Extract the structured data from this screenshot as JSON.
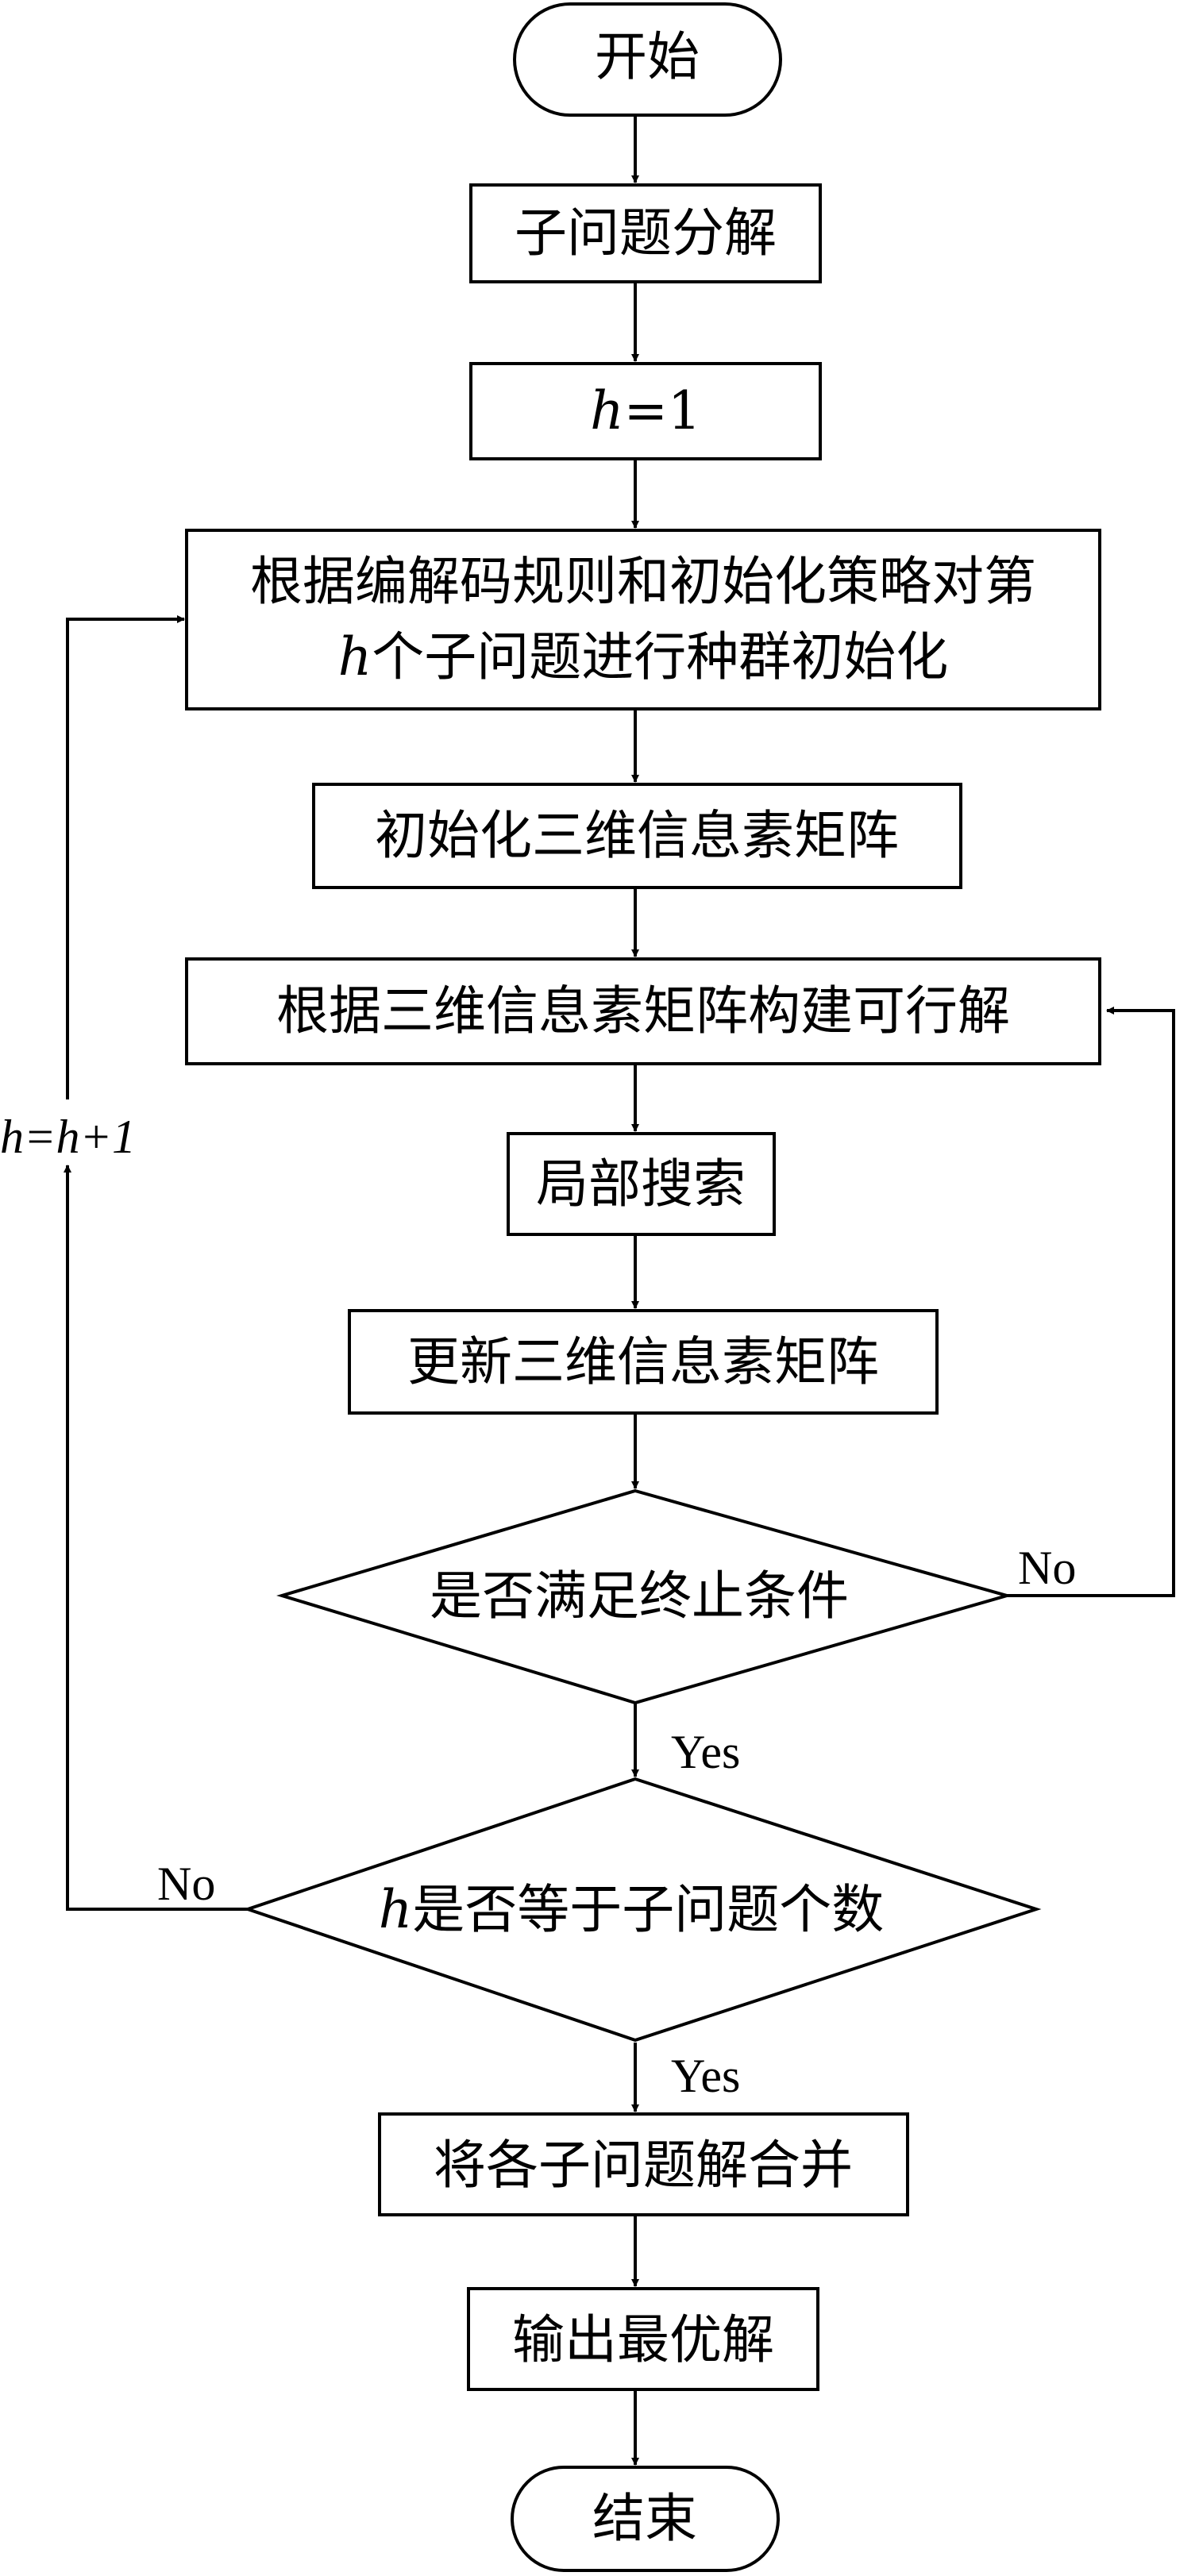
{
  "nodes": {
    "start": "开始",
    "decompose": "子问题分解",
    "h_init_var": "h",
    "h_init_rest": "=1",
    "init_pop_line1": "根据编解码规则和初始化策略对第",
    "init_pop_line2_var": "h",
    "init_pop_line2_rest": "个子问题进行种群初始化",
    "init_matrix": "初始化三维信息素矩阵",
    "build_solution": "根据三维信息素矩阵构建可行解",
    "local_search": "局部搜索",
    "update_matrix": "更新三维信息素矩阵",
    "stop_condition": "是否满足终止条件",
    "h_check_var": "h",
    "h_check_rest": "是否等于子问题个数",
    "merge": "将各子问题解合并",
    "output": "输出最优解",
    "end": "结束"
  },
  "edge_labels": {
    "stop_no": "No",
    "stop_yes": "Yes",
    "h_check_no": "No",
    "h_check_yes": "Yes",
    "h_increment": "h=h+1"
  }
}
